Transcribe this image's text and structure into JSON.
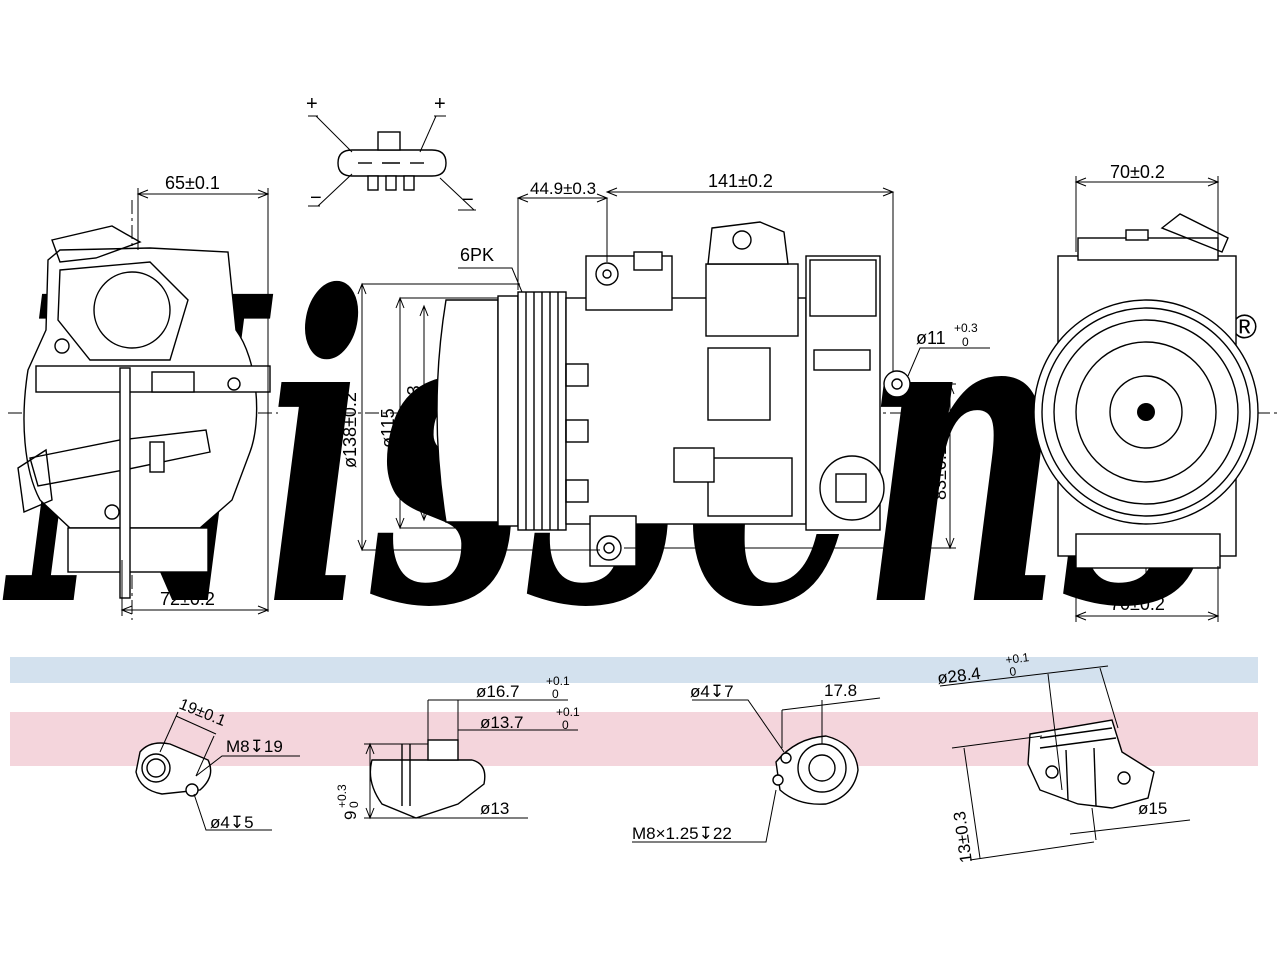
{
  "brand": {
    "name": "Nissens",
    "mark": "®"
  },
  "colors": {
    "watermark": "#d6e2ee",
    "band_blue": "#d3e1ee",
    "band_pink": "#f4d5dc",
    "line": "#000000"
  },
  "connector": {
    "plus": "+",
    "minus": "−"
  },
  "side_view": {
    "dim_top": "65±0.1",
    "dim_bottom": "72±0.2"
  },
  "main_view": {
    "dim_44": "44.9±0.3",
    "dim_141": "141±0.2",
    "belt": "6PK",
    "dia_138": "ø138±0.2",
    "dia_115": "ø115",
    "dia_110": "ø110±0.3",
    "dia_11": "ø11",
    "dia_11_tol_upper": "+0.3",
    "dia_11_tol_lower": "0",
    "dim_83": "83±0.1"
  },
  "front_view": {
    "dim_top": "70±0.2",
    "dim_bottom": "70±0.2"
  },
  "details": {
    "d1_dim": "19±0.1",
    "d1_thread": "M8↧19",
    "d1_hole": "ø4↧5",
    "d2_dia1": "ø16.7",
    "d2_dia1_tol": "+0.1",
    "d2_dia1_tol_low": "0",
    "d2_dia2": "ø13.7",
    "d2_dia2_tol": "+0.1",
    "d2_dia2_tol_low": "0",
    "d2_dia3": "ø13",
    "d2_depth": "9",
    "d2_depth_tol": "+0.3",
    "d2_depth_tol_low": "0",
    "d3_hole": "ø4↧7",
    "d3_dim": "17.8",
    "d3_thread": "M8×1.25↧22",
    "d4_dia": "ø28.4",
    "d4_dia_tol": "+0.1",
    "d4_dia_tol_low": "0",
    "d4_dim": "13±0.3",
    "d4_dia2": "ø15"
  }
}
